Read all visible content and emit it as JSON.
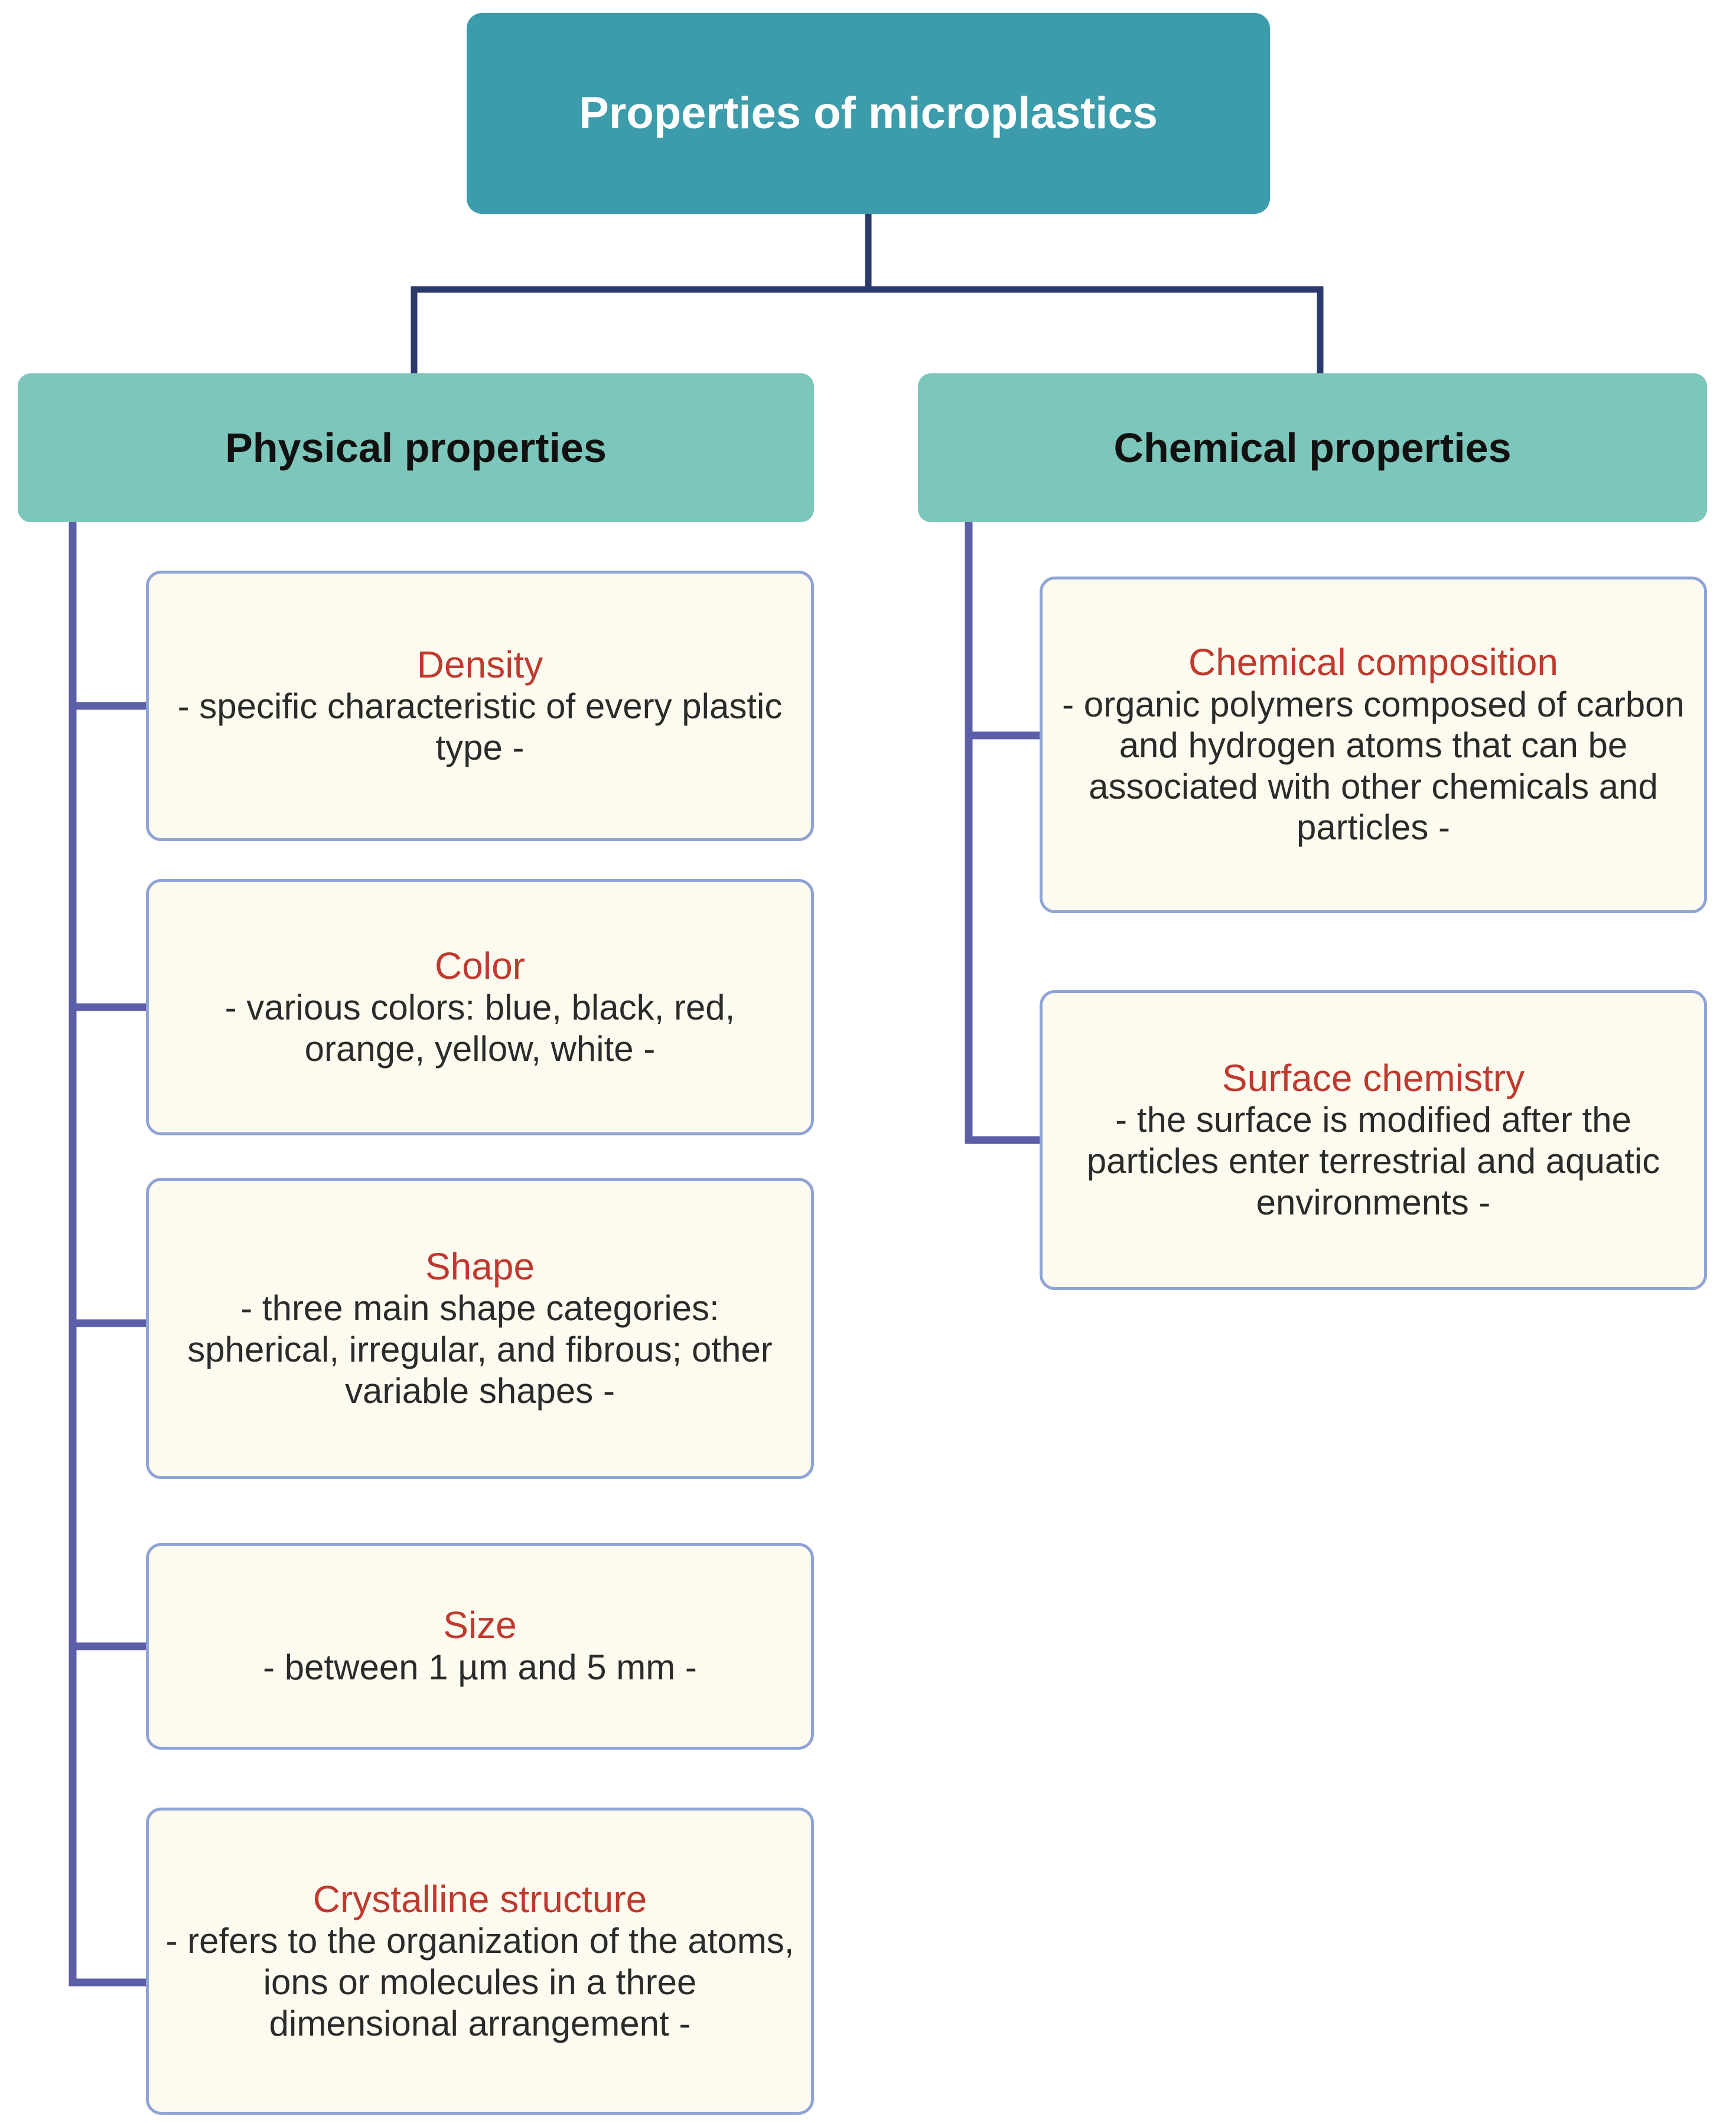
{
  "diagram": {
    "title": "Properties of microplastics",
    "type": "hierarchy-tree",
    "colors": {
      "root_fill": "#3c9cab",
      "branch_fill": "#7cc6bb",
      "card_fill": "#fdfbef",
      "card_border": "#8fa4d6",
      "card_title_text": "#c0392f",
      "card_body_text": "#2b2b2b",
      "connector": "#2b3a6b",
      "background": "#ffffff"
    }
  },
  "root": {
    "label": "Properties of microplastics"
  },
  "branches": [
    {
      "id": "physical",
      "label": "Physical properties",
      "cards": [
        {
          "title": "Density",
          "description": "- specific characteristic of every plastic type -"
        },
        {
          "title": "Color",
          "description": "- various colors: blue, black, red, orange, yellow, white -"
        },
        {
          "title": "Shape",
          "description": "- three main shape categories: spherical, irregular, and fibrous; other variable shapes -"
        },
        {
          "title": "Size",
          "description": "- between 1 µm and 5 mm -"
        },
        {
          "title": "Crystalline structure",
          "description": "- refers to the organization of the atoms, ions or molecules in a three dimensional arrangement -"
        }
      ]
    },
    {
      "id": "chemical",
      "label": "Chemical properties",
      "cards": [
        {
          "title": "Chemical composition",
          "description": "- organic polymers composed of carbon and hydrogen atoms that can be associated with other chemicals and particles -"
        },
        {
          "title": "Surface chemistry",
          "description": "- the surface is modified after the particles enter terrestrial and aquatic environments -"
        }
      ]
    }
  ]
}
